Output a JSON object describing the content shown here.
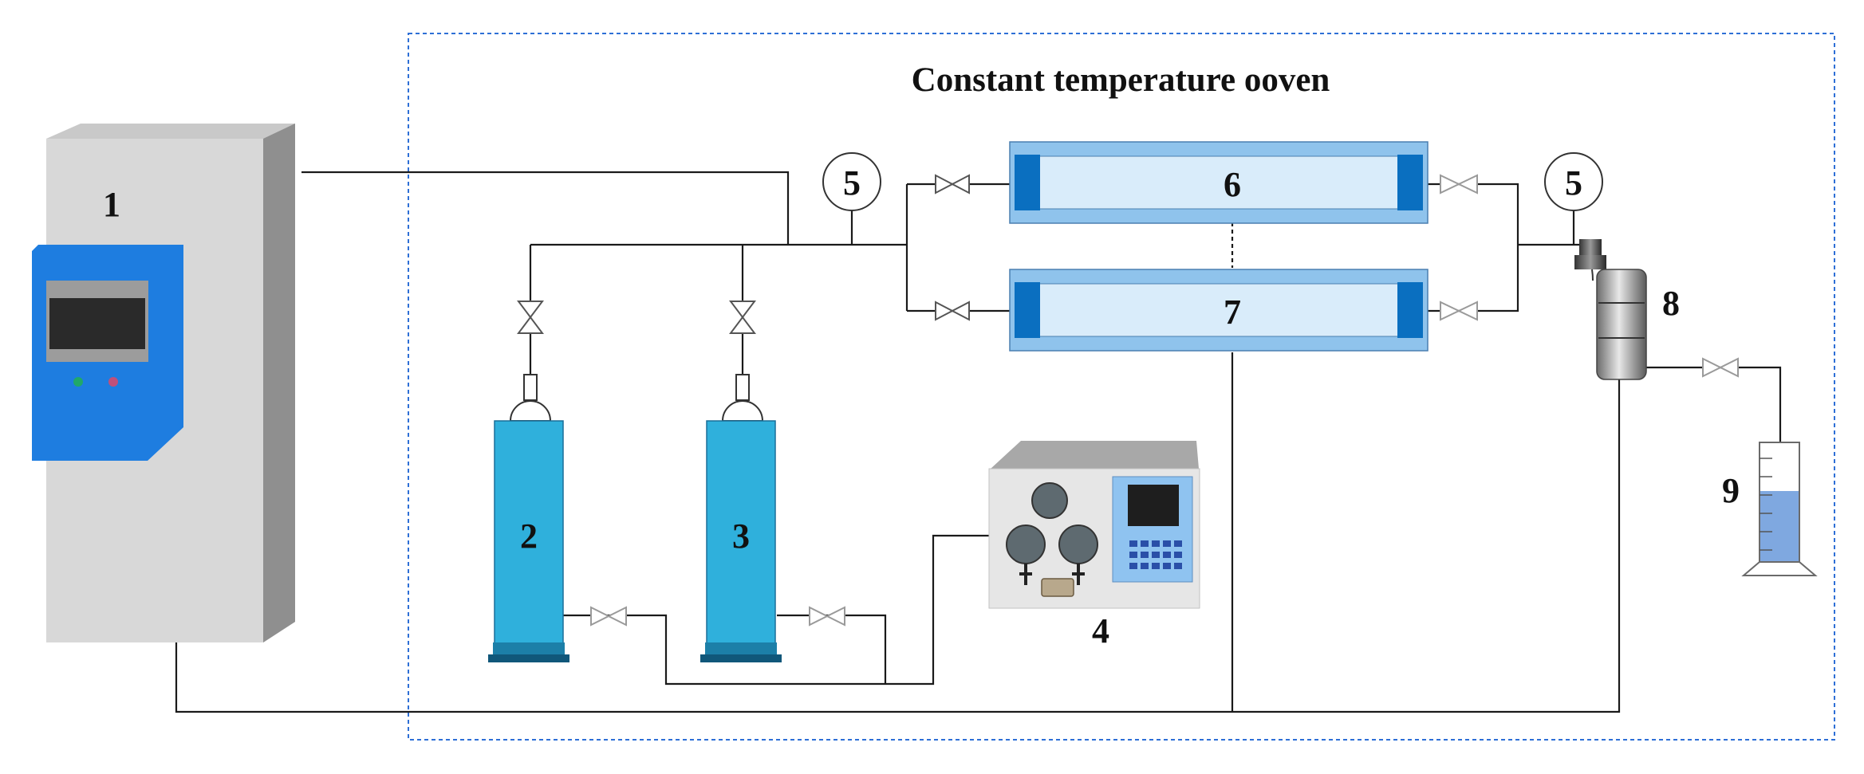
{
  "title": "Constant temperature ooven",
  "labels": {
    "controller": "1",
    "cylinder_a": "2",
    "cylinder_b": "3",
    "pump": "4",
    "gauge_inlet": "5",
    "gauge_outlet": "5",
    "core_holder_top": "6",
    "core_holder_bottom": "7",
    "back_pressure_valve": "8",
    "measuring_cylinder": "9"
  },
  "colors": {
    "oven_border": "#2e6fd6",
    "cylinder": "#2fb0dc",
    "core_holder": "#8fc3ec",
    "core_holder_inner": "#d9ecfa",
    "core_holder_cap": "#0a6fc0",
    "controller_panel": "#1e7de0",
    "controller_body": "#d8d8d8",
    "liquid": "#7fa8e0"
  }
}
